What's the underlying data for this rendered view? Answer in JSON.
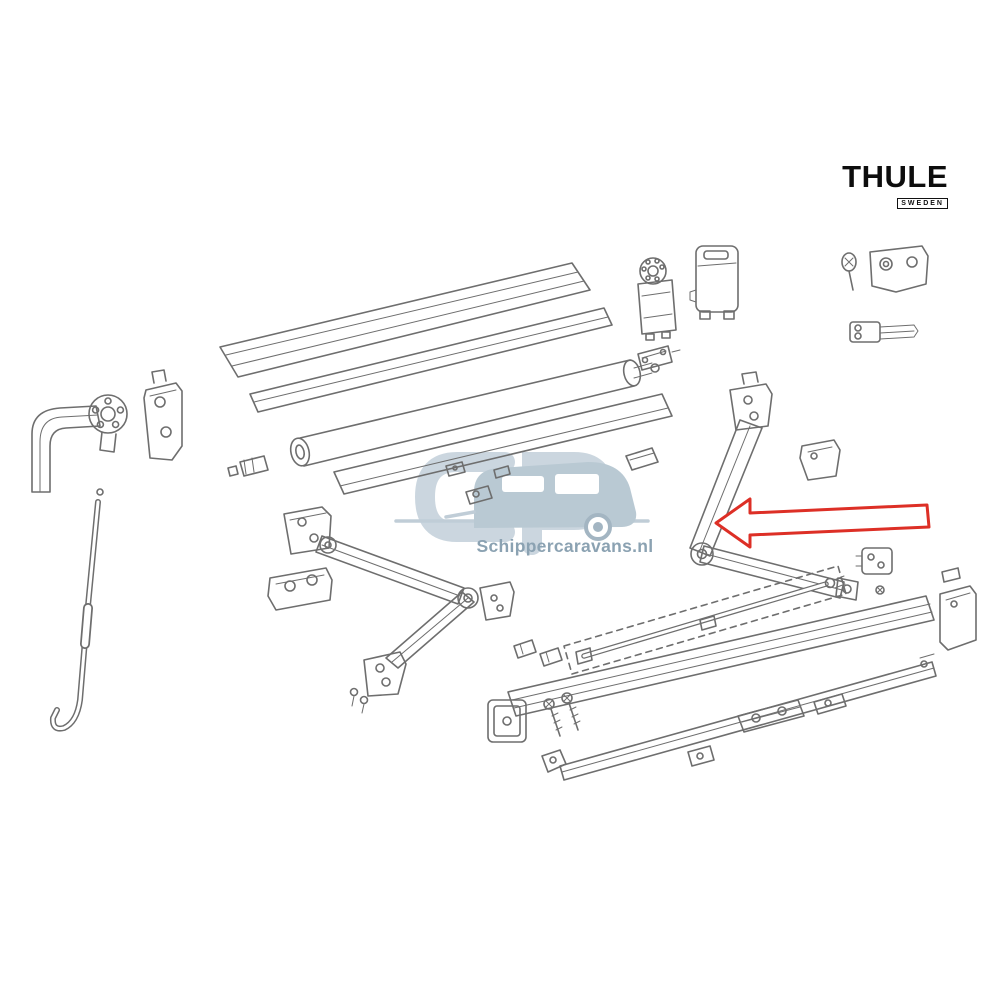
{
  "page": {
    "background": "#ffffff"
  },
  "brand": {
    "logo_text": "THULE",
    "logo_sub": "SWEDEN"
  },
  "watermark": {
    "site_text": "Schippercaravans.nl",
    "color_light": "#c3d0da",
    "color_mid": "#adc0cc",
    "color_text": "#8ba2b2"
  },
  "highlight": {
    "arrow_color": "#dd2f26"
  },
  "diagram": {
    "stroke_color": "#6e6e6e",
    "marker_blue": "#2456c6",
    "parts": [
      "top-cover-profile",
      "mounting-rail-profile",
      "roller-tube",
      "front-flat-profile",
      "gearbox-unit",
      "end-cover-box",
      "screw-plate",
      "bracket-plate",
      "double-pin-fitting",
      "corner-end-cap",
      "winding-cone-knob",
      "wall-bracket",
      "crank-handle-rod",
      "left-spring-arm",
      "arm-cover-plate",
      "right-spring-arm",
      "arm-clip-cover",
      "slider-block",
      "tension-rafter",
      "lead-rail-panel",
      "bottom-guide-rail",
      "side-end-plate",
      "assorted-clips-and-screws",
      "highlight-arrow"
    ]
  }
}
